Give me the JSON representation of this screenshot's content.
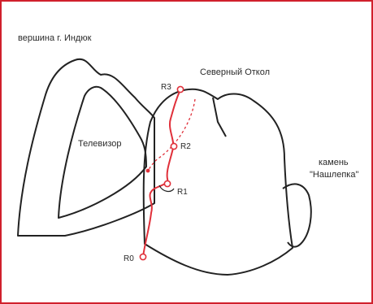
{
  "labels": {
    "summit": "вершина г. Индюк",
    "north_cliff": "Северный Откол",
    "televizor": "Телевизор",
    "stone_line1": "камень",
    "stone_line2": "\"Нашлепка\""
  },
  "route_points": [
    "R0",
    "R1",
    "R2",
    "R3"
  ],
  "colors": {
    "frame": "#d0202c",
    "route": "#e0303a",
    "outline": "#222222"
  }
}
